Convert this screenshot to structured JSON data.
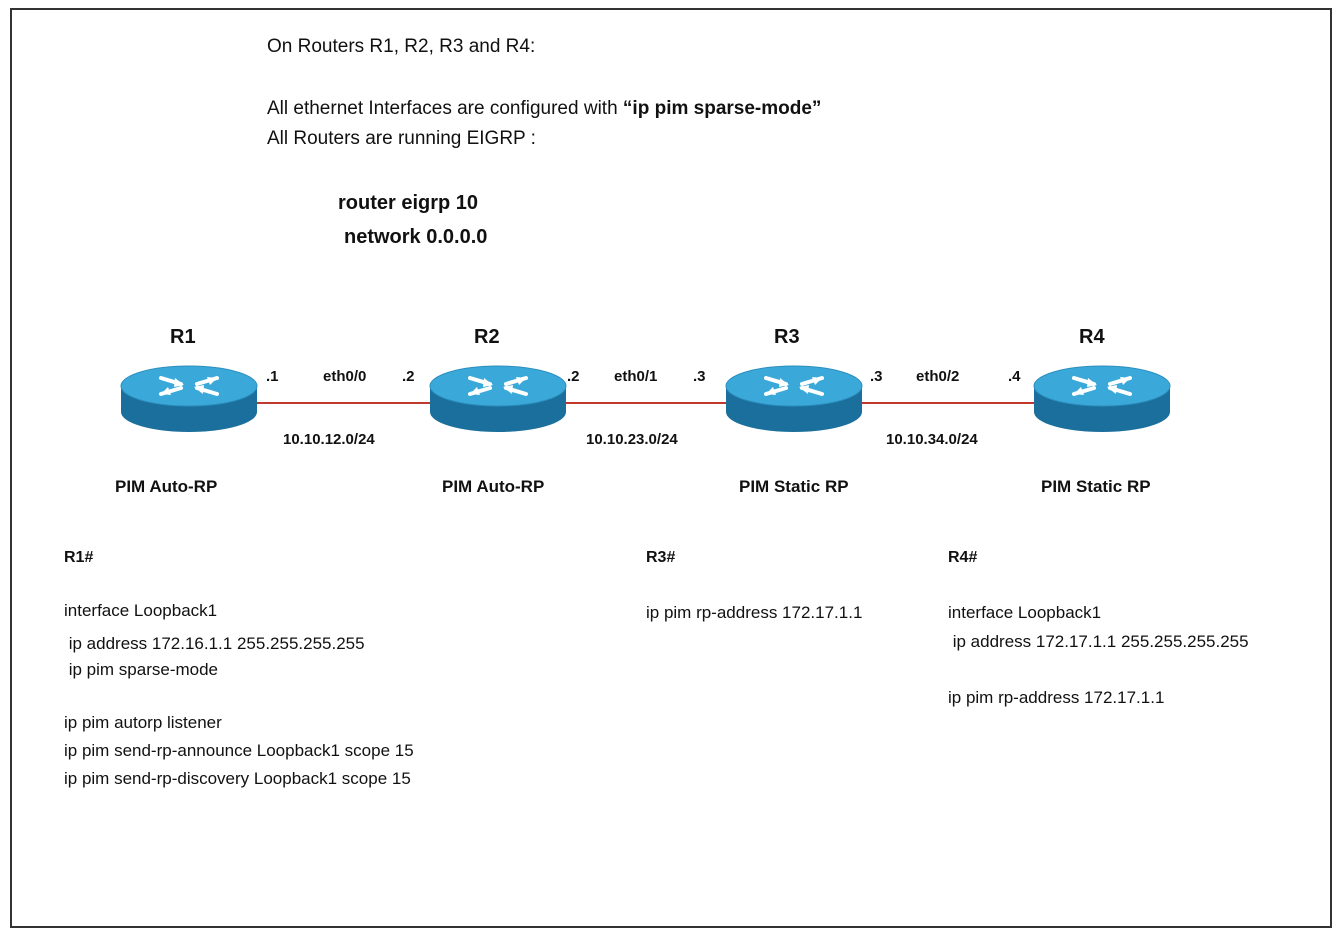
{
  "header": {
    "line1": "On Routers R1, R2, R3 and R4:",
    "line2_prefix": "All ethernet Interfaces are configured with ",
    "line2_bold": "“ip pim sparse-mode”",
    "line3": "All Routers are running EIGRP :",
    "eigrp_line1": "router eigrp 10",
    "eigrp_line2": "network 0.0.0.0"
  },
  "routers": [
    {
      "name": "R1",
      "role": "PIM Auto-RP"
    },
    {
      "name": "R2",
      "role": "PIM Auto-RP"
    },
    {
      "name": "R3",
      "role": "PIM Static RP"
    },
    {
      "name": "R4",
      "role": "PIM Static RP"
    }
  ],
  "links": [
    {
      "left_ip": ".1",
      "iface": "eth0/0",
      "right_ip": ".2",
      "subnet": "10.10.12.0/24"
    },
    {
      "left_ip": ".2",
      "iface": "eth0/1",
      "right_ip": ".3",
      "subnet": "10.10.23.0/24"
    },
    {
      "left_ip": ".3",
      "iface": "eth0/2",
      "right_ip": ".4",
      "subnet": "10.10.34.0/24"
    }
  ],
  "configs": {
    "r1": {
      "prompt": "R1#",
      "lines": [
        "interface Loopback1",
        " ip address 172.16.1.1 255.255.255.255",
        " ip pim sparse-mode",
        "",
        "ip pim autorp listener",
        "ip pim send-rp-announce Loopback1 scope 15",
        "ip pim send-rp-discovery Loopback1 scope 15"
      ]
    },
    "r3": {
      "prompt": "R3#",
      "lines": [
        "ip pim rp-address 172.17.1.1"
      ]
    },
    "r4": {
      "prompt": "R4#",
      "lines": [
        "interface Loopback1",
        " ip address 172.17.1.1 255.255.255.255",
        "",
        "ip pim rp-address 172.17.1.1"
      ]
    }
  },
  "colors": {
    "link": "#c0392b",
    "router_top": "#3aa9d9",
    "router_side": "#1b6f9c",
    "arrow": "#ffffff"
  },
  "icons": {
    "router": "router-icon"
  }
}
